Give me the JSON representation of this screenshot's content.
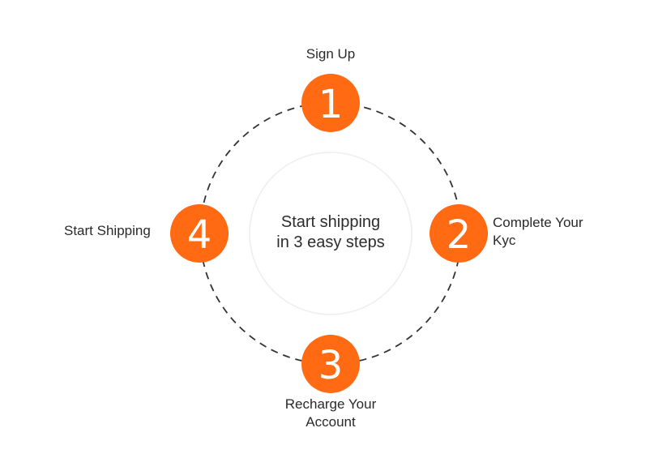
{
  "center": {
    "line1": "Start shipping",
    "line2": "in 3 easy steps"
  },
  "steps": [
    {
      "number": "1",
      "label_lines": [
        "Sign Up"
      ]
    },
    {
      "number": "2",
      "label_lines": [
        "Complete Your",
        "Kyc"
      ]
    },
    {
      "number": "3",
      "label_lines": [
        "Recharge Your",
        "Account"
      ]
    },
    {
      "number": "4",
      "label_lines": [
        "Start Shipping"
      ]
    }
  ],
  "colors": {
    "accent": "#ff6a13",
    "ring_dash": "#333333",
    "inner_circle": "#eeeeee",
    "number_text": "#ffffff"
  }
}
